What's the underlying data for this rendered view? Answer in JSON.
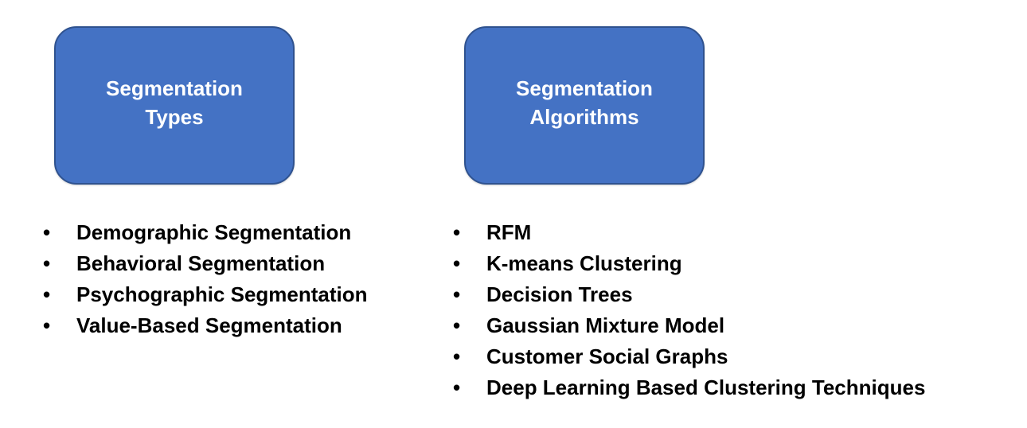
{
  "colors": {
    "box_fill": "#4472C4",
    "box_border": "#2F528F",
    "box_text": "#FFFFFF",
    "list_text": "#000000",
    "canvas_bg": "#FFFFFF"
  },
  "columns": [
    {
      "header": "Segmentation Types",
      "items": [
        "Demographic Segmentation",
        "Behavioral Segmentation",
        "Psychographic Segmentation",
        "Value-Based Segmentation"
      ]
    },
    {
      "header": "Segmentation Algorithms",
      "items": [
        "RFM",
        "K-means Clustering",
        "Decision Trees",
        "Gaussian Mixture Model",
        "Customer Social Graphs",
        "Deep Learning Based Clustering Techniques"
      ]
    }
  ]
}
